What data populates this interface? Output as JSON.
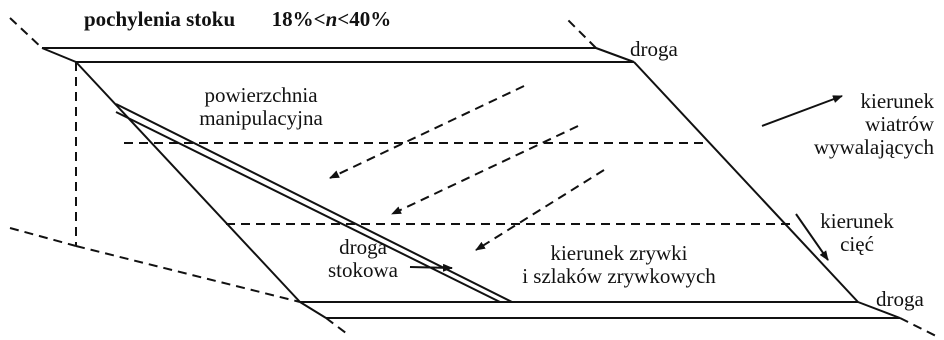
{
  "title": {
    "prefix": "pochylenia stoku",
    "range_start": "18%<",
    "range_var": "n",
    "range_end": "<40%"
  },
  "labels": {
    "road_top": "droga",
    "road_bottom": "droga",
    "landing_line1": "powierzchnia",
    "landing_line2": "manipulacyjna",
    "slope_road_line1": "droga",
    "slope_road_line2": "stokowa",
    "skidding_line1": "kierunek zrywki",
    "skidding_line2": "i szlaków zrywkowych",
    "wind_line1": "kierunek",
    "wind_line2": "wiatrów",
    "wind_line3": "wywalających",
    "cut_line1": "kierunek",
    "cut_line2": "cięć"
  },
  "colors": {
    "ink": "#111111"
  }
}
